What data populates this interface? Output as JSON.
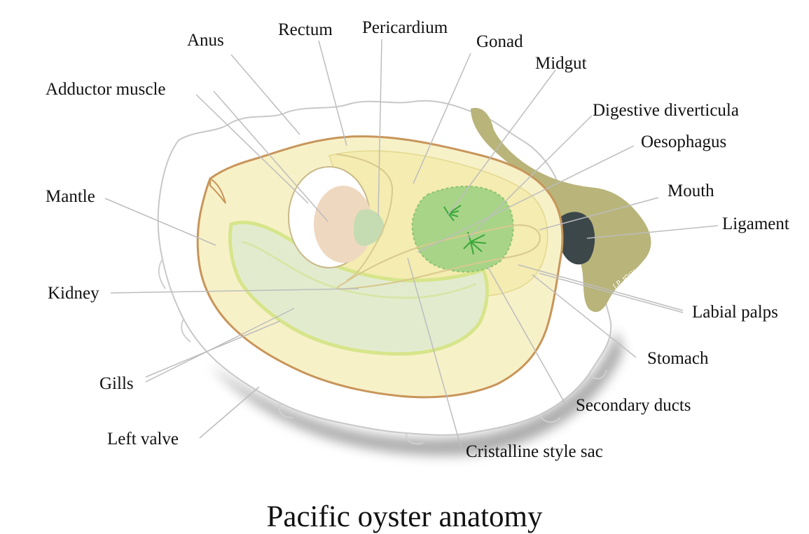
{
  "title": "Pacific oyster anatomy",
  "watermark": "J.P. JOLY - IFREMER",
  "labels": {
    "anus": "Anus",
    "rectum": "Rectum",
    "pericardium": "Pericardium",
    "gonad": "Gonad",
    "midgut": "Midgut",
    "adductor_muscle": "Adductor muscle",
    "digestive_diverticula": "Digestive diverticula",
    "oesophagus": "Oesophagus",
    "mantle": "Mantle",
    "mouth": "Mouth",
    "ligament": "Ligament",
    "kidney": "Kidney",
    "labial_palps": "Labial palps",
    "stomach": "Stomach",
    "gills": "Gills",
    "secondary_ducts": "Secondary ducts",
    "left_valve": "Left valve",
    "cristalline_style_sac": "Cristalline style sac"
  },
  "colors": {
    "shell_outline": "#c8c8c8",
    "mantle_edge": "#c8955a",
    "mantle_fill": "#f7f1c8",
    "body_fill": "#f4ecb0",
    "gill_fill": "#e3ebcf",
    "gill_edge": "#d6e58a",
    "adductor_white": "#ffffff",
    "adductor_muscle": "#efd8c0",
    "pericardium_fill": "#c5dcb2",
    "digestive_gland": "#a8d488",
    "digestive_lines": "#3aa83a",
    "ligament_olive": "#b9b47a",
    "mouth_dark": "#3c474a",
    "shadow": "#555555"
  }
}
